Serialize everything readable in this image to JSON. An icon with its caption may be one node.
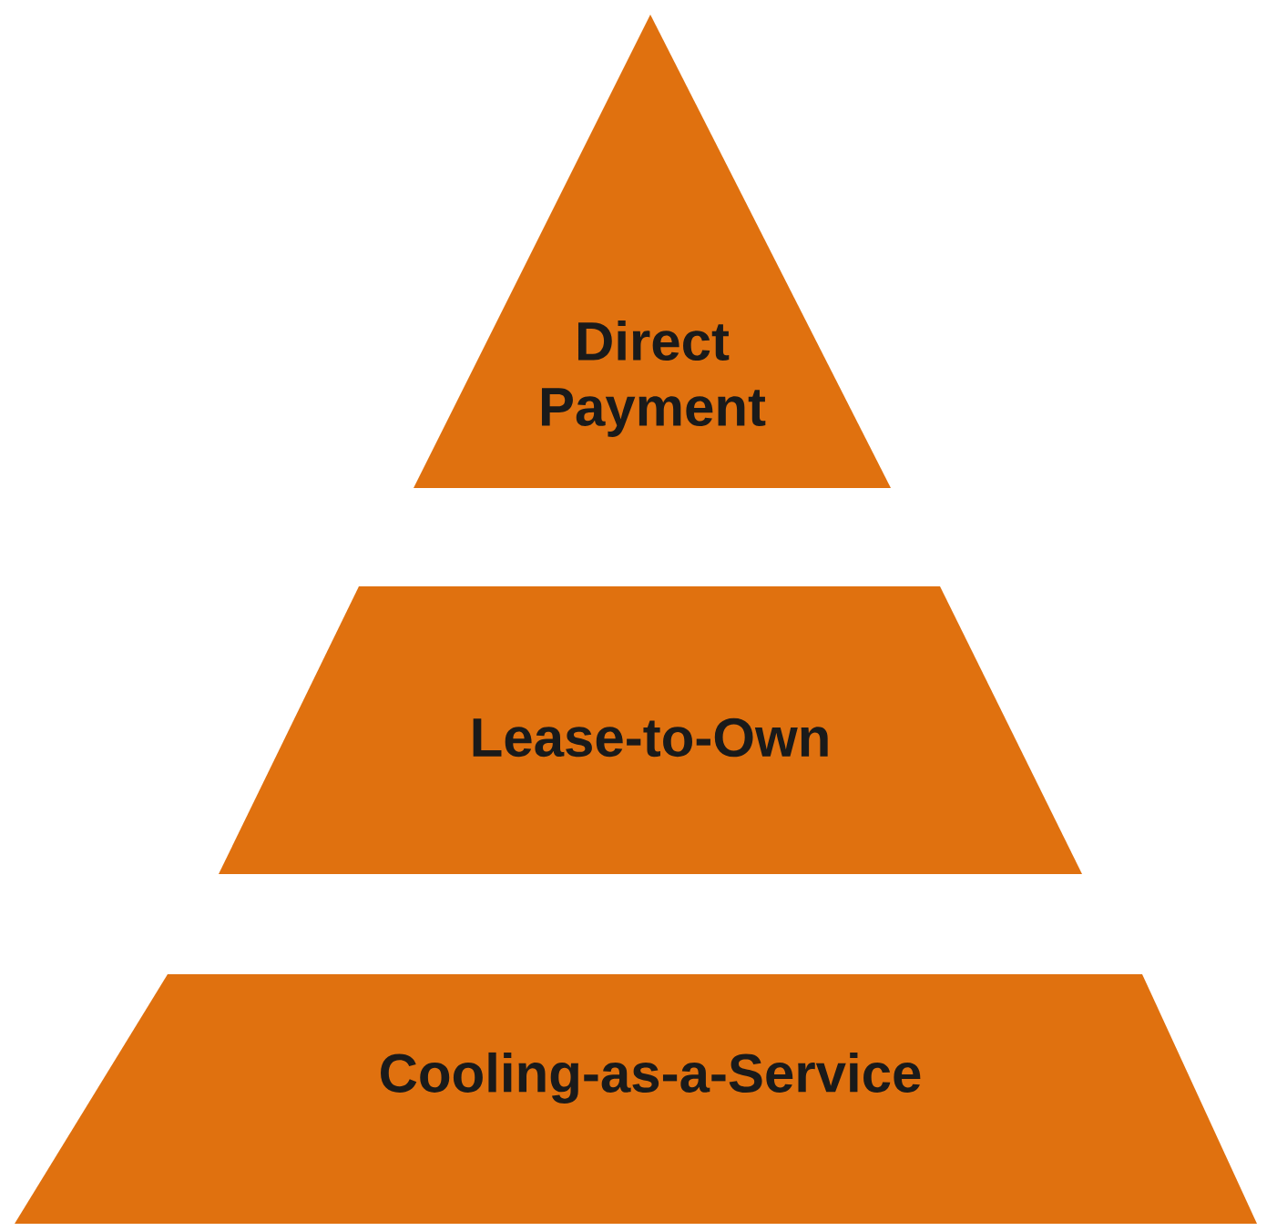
{
  "diagram": {
    "nodes": [
      {
        "text": [
          "Direct Payment"
        ]
      },
      {
        "text": [
          "Lease-to-Own"
        ]
      },
      {
        "text": [
          "Cooling-as-a-Service"
        ]
      }
    ]
  }
}
